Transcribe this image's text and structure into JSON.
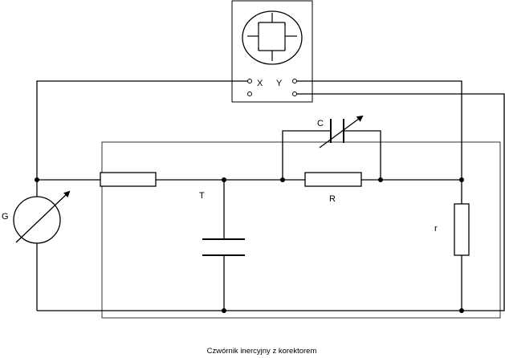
{
  "labels": {
    "oscilloscope_x": "X",
    "oscilloscope_y": "Y",
    "capacitor_c": "C",
    "capacitor_t": "T",
    "resistor_r_series": "R",
    "resistor_r_shunt": "r",
    "galvanometer": "G"
  },
  "caption": "Czwórnik inercyjny z korektorem"
}
